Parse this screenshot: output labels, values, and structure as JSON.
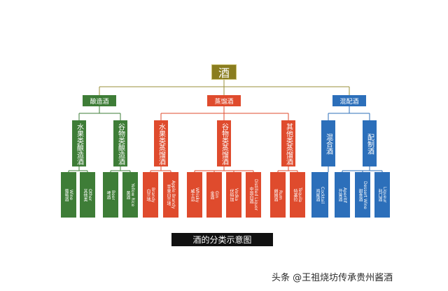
{
  "root": "酒",
  "categories": {
    "fermented": "酿造酒",
    "distilled": "蒸馏酒",
    "mixed": "混配酒"
  },
  "subcategories": {
    "fruit_fermented": "水果类酿造酒",
    "grain_fermented": "谷物类酿造酒",
    "fruit_distilled": "水果类蒸馏酒",
    "grain_distilled": "谷物类蒸馏酒",
    "other_distilled": "其他类蒸馏酒",
    "blended": "混合酒",
    "compounded": "配制酒"
  },
  "leaves": [
    {
      "zh": "葡萄酒",
      "en": "Wine"
    },
    {
      "zh": "其他类",
      "en": "Other"
    },
    {
      "zh": "啤酒",
      "en": "Beer"
    },
    {
      "zh": "黄酒",
      "en": "Yellow Rice"
    },
    {
      "zh": "白兰地",
      "en": "Brandy"
    },
    {
      "zh": "苹果白兰地",
      "en": "Apple Brandy"
    },
    {
      "zh": "威士忌",
      "en": "Whisky"
    },
    {
      "zh": "金酒",
      "en": "Gin"
    },
    {
      "zh": "伏特加",
      "en": "Vodka"
    },
    {
      "zh": "中国白酒",
      "en": "Distilled Liquor"
    },
    {
      "zh": "朗姆酒",
      "en": "Rum"
    },
    {
      "zh": "特基拉",
      "en": "Tequila"
    },
    {
      "zh": "鸡尾酒",
      "en": "Cocktail"
    },
    {
      "zh": "开胃酒",
      "en": "Aperitif"
    },
    {
      "zh": "甜食酒",
      "en": "Dessert Wine"
    },
    {
      "zh": "利口酒",
      "en": "Liqueur"
    }
  ],
  "caption": "酒的分类示意图",
  "watermark": "头条 @王祖烧坊传承贵州酱酒",
  "colors": {
    "root": "#8a7d1f",
    "fermented": "#3e7d37",
    "distilled": "#df4b2d",
    "mixed": "#2c6fba",
    "root_connector": "#9a8f3a"
  }
}
